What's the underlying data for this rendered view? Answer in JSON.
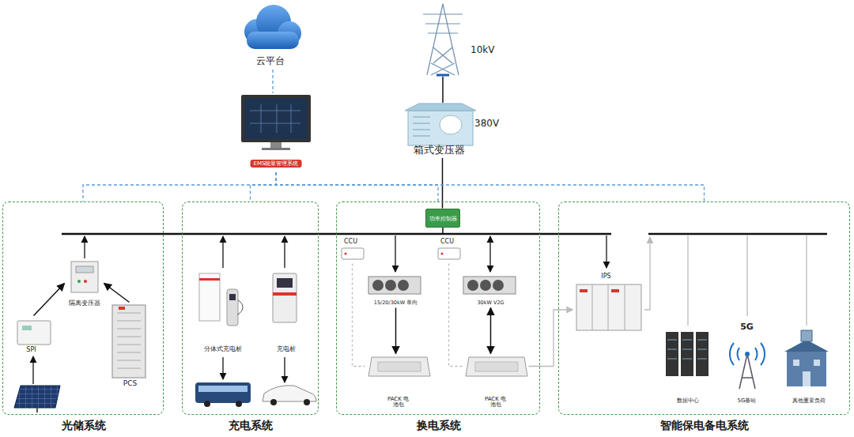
{
  "diagram": {
    "nodes": [
      {
        "text": [
          "云平台"
        ]
      },
      {
        "text": [
          "EMS能量管理系统"
        ]
      },
      {
        "text": [
          "10kV"
        ]
      },
      {
        "text": [
          "380V",
          "箱式变压器"
        ]
      },
      {
        "text": [
          "光储系统"
        ]
      },
      {
        "text": [
          "隔离变压器"
        ],
        "in": 4
      },
      {
        "text": [
          "SPI"
        ],
        "in": 4
      },
      {
        "text": [
          "PCS"
        ],
        "in": 4
      },
      {
        "text": [
          "充电系统"
        ]
      },
      {
        "text": [
          "分体式充电桩"
        ],
        "in": 8
      },
      {
        "text": [
          "充电桩"
        ],
        "in": 8
      },
      {
        "text": [
          "换电系统"
        ]
      },
      {
        "text": [
          "功率控制器"
        ],
        "in": 11
      },
      {
        "text": [
          "CCU"
        ],
        "in": 11
      },
      {
        "text": [
          "15/20/30kW 单向"
        ],
        "in": 11
      },
      {
        "text": [
          "PACK 电池包"
        ],
        "in": 11
      },
      {
        "text": [
          "CCU"
        ],
        "in": 11
      },
      {
        "text": [
          "30kW V2G"
        ],
        "in": 11
      },
      {
        "text": [
          "PACK 电池包"
        ],
        "in": 11
      },
      {
        "text": [
          "智能保电备电系统"
        ]
      },
      {
        "text": [
          "IPS"
        ],
        "in": 19
      },
      {
        "text": [
          "数据中心"
        ],
        "in": 19
      },
      {
        "text": [
          "5G",
          "5G基站"
        ],
        "in": 19
      },
      {
        "text": [
          "其他重要负荷"
        ],
        "in": 19
      }
    ],
    "edges": [
      {
        "from": 0,
        "to": 1,
        "arrow": "none"
      },
      {
        "from": 2,
        "to": 3,
        "arrow": "none"
      },
      {
        "from": 3,
        "to": 12,
        "arrow": "none"
      },
      {
        "from": 1,
        "to": 4,
        "arrow": "none"
      },
      {
        "from": 1,
        "to": 8,
        "arrow": "none"
      },
      {
        "from": 1,
        "to": 11,
        "arrow": "none"
      },
      {
        "from": 1,
        "to": 19,
        "arrow": "none"
      },
      {
        "from": 6,
        "to": 5,
        "arrow": "to"
      },
      {
        "from": 7,
        "to": 5,
        "arrow": "to"
      },
      {
        "from": 14,
        "to": 15,
        "arrow": "to"
      },
      {
        "from": 17,
        "to": 18,
        "arrow": "both"
      },
      {
        "from": 13,
        "to": 15,
        "arrow": "none"
      },
      {
        "from": 16,
        "to": 18,
        "arrow": "none"
      },
      {
        "from": 18,
        "to": 20,
        "arrow": "to"
      }
    ]
  }
}
